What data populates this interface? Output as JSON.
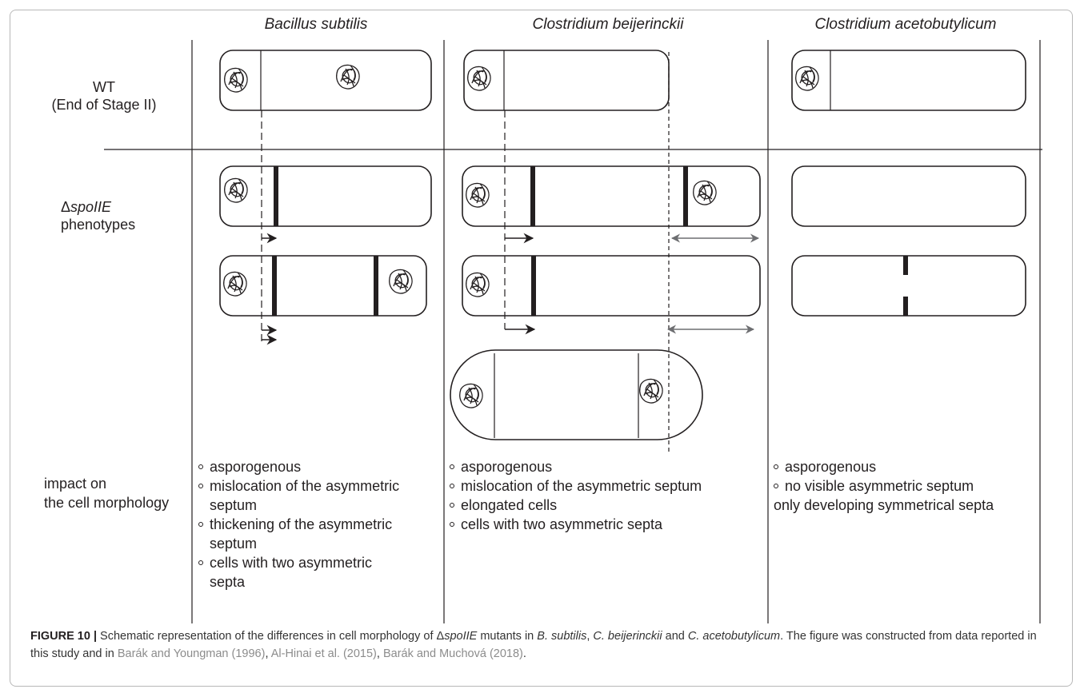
{
  "columns": {
    "bacillus": "Bacillus subtilis",
    "beijerinckii": "Clostridium beijerinckii",
    "acetobutylicum": "Clostridium acetobutylicum"
  },
  "rows": {
    "wt_line1": "WT",
    "wt_line2": "(End of Stage II)",
    "mutant_symbol": "Δ",
    "mutant_gene": "spoIIE",
    "mutant_line2": "phenotypes",
    "impact_line1": "impact on",
    "impact_line2": "the cell morphology"
  },
  "impacts": {
    "bacillus": [
      "asporogenous",
      "mislocation of the asymmetric",
      "septum",
      "thickening of the asymmetric",
      "septum",
      "cells with two asymmetric",
      "septa"
    ],
    "beijerinckii": [
      "asporogenous",
      "mislocation of the asymmetric septum",
      "elongated cells",
      "cells with two asymmetric septa"
    ],
    "acetobutylicum": [
      "asporogenous",
      "no visible asymmetric septum",
      "only developing symmetrical septa"
    ]
  },
  "caption": {
    "label": "FIGURE 10 |",
    "t1": " Schematic representation of the differences in cell morphology of Δ",
    "gene": "spoIIE",
    "t2": " mutants in ",
    "sp1": "B. subtilis",
    "t3": ", ",
    "sp2": "C. beijerinckii",
    "t4": " and ",
    "sp3": "C. acetobutylicum",
    "t5": ". The figure was constructed from data reported in this study and in ",
    "ref1": "Barák and Youngman (1996)",
    "sep1": ", ",
    "ref2": "Al-Hinai et al. (2015)",
    "sep2": ", ",
    "ref3": "Barák and Muchová (2018)",
    "t6": "."
  },
  "colors": {
    "ink": "#231f20",
    "arrow_gray": "#6d6e71",
    "reference_gray": "#8c8c8c"
  }
}
